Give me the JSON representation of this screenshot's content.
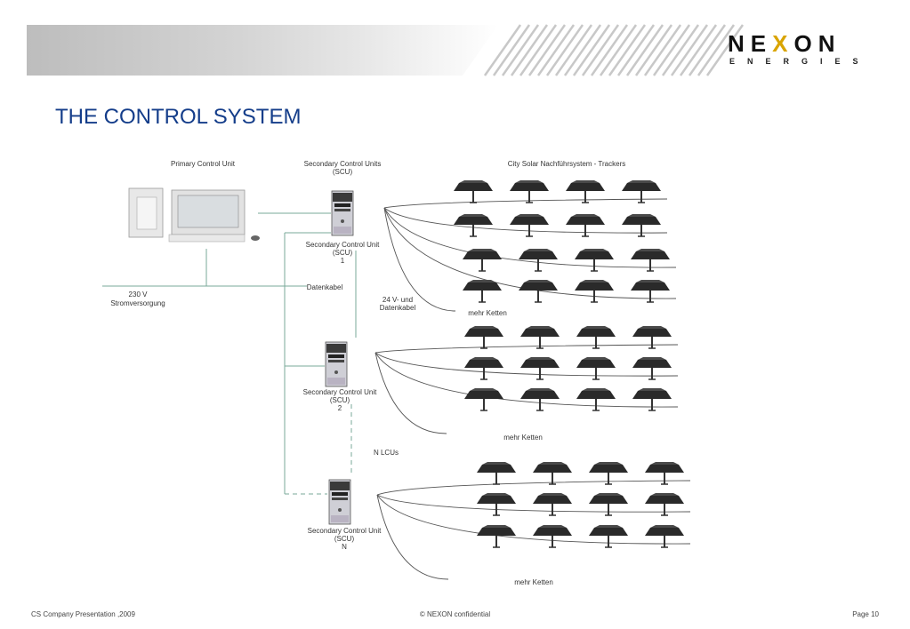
{
  "header": {
    "logo_main_pre": "NE",
    "logo_main_accent": "X",
    "logo_main_post": "ON",
    "logo_sub": "ENERGIES",
    "accent_color": "#d9a400"
  },
  "slide": {
    "title": "THE CONTROL SYSTEM"
  },
  "diagram": {
    "primary_label": "Primary Control Unit",
    "secondary_header_1": "Secondary Control Units",
    "secondary_header_2": "(SCU)",
    "trackers_label": "City Solar Nachführsystem - Trackers",
    "power_label_1": "230 V",
    "power_label_2": "Stromversorgung",
    "datenkabel": "Datenkabel",
    "cable_label_1": "24 V- und",
    "cable_label_2": "Datenkabel",
    "n_lcus": "N  LCUs",
    "scu_name": "Secondary Control Unit",
    "scu_abbr": "(SCU)",
    "scu_1_num": "1",
    "scu_2_num": "2",
    "scu_n_num": "N",
    "mehr_ketten": "mehr Ketten"
  },
  "footer": {
    "left": "CS Company Presentation ,2009",
    "center": "© NEXON confidential",
    "right": "Page 10"
  }
}
